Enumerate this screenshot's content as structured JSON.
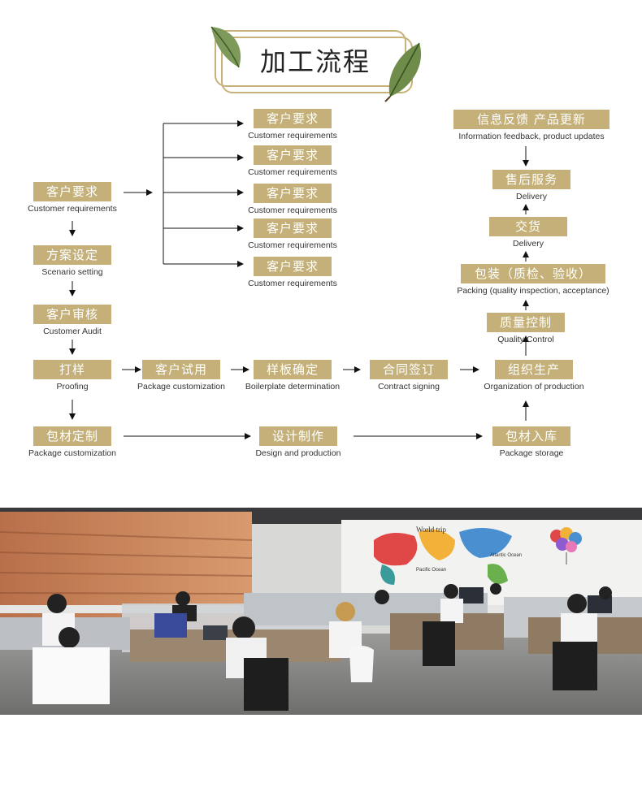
{
  "title": "加工流程",
  "nodes": {
    "n_req": {
      "zh": "客户要求",
      "en": "Customer requirements"
    },
    "n_scheme": {
      "zh": "方案设定",
      "en": "Scenario setting"
    },
    "n_audit": {
      "zh": "客户审核",
      "en": "Customer Audit"
    },
    "n_proof": {
      "zh": "打样",
      "en": "Proofing"
    },
    "n_pkgcust": {
      "zh": "包材定制",
      "en": "Package customization"
    },
    "r1": {
      "zh": "客户要求",
      "en": "Customer requirements"
    },
    "r2": {
      "zh": "客户要求",
      "en": "Customer requirements"
    },
    "r3": {
      "zh": "客户要求",
      "en": "Customer requirements"
    },
    "r4": {
      "zh": "客户要求",
      "en": "Customer requirements"
    },
    "r5": {
      "zh": "客户要求",
      "en": "Customer requirements"
    },
    "n_trial": {
      "zh": "客户试用",
      "en": "Package customization"
    },
    "n_boiler": {
      "zh": "样板确定",
      "en": "Boilerplate determination"
    },
    "n_contract": {
      "zh": "合同签订",
      "en": "Contract signing"
    },
    "n_org": {
      "zh": "组织生产",
      "en": "Organization of production"
    },
    "n_design": {
      "zh": "设计制作",
      "en": "Design and production"
    },
    "n_storage": {
      "zh": "包材入库",
      "en": "Package storage"
    },
    "n_qc": {
      "zh": "质量控制",
      "en": "Quality Control"
    },
    "n_pack": {
      "zh": "包装（质检、验收）",
      "en": "Packing (quality inspection, acceptance)"
    },
    "n_deliver": {
      "zh": "交货",
      "en": "Delivery"
    },
    "n_after": {
      "zh": "售后服务",
      "en": "Delivery"
    },
    "n_feedback": {
      "zh": "信息反馈 产品更新",
      "en": "Information feedback, product updates"
    }
  },
  "wall_map": {
    "title": "World trip",
    "labels": [
      "Pacific Ocean",
      "Atlantic Ocean"
    ]
  },
  "colors": {
    "accent": "#c4b078",
    "frame": "#c9b27a"
  }
}
